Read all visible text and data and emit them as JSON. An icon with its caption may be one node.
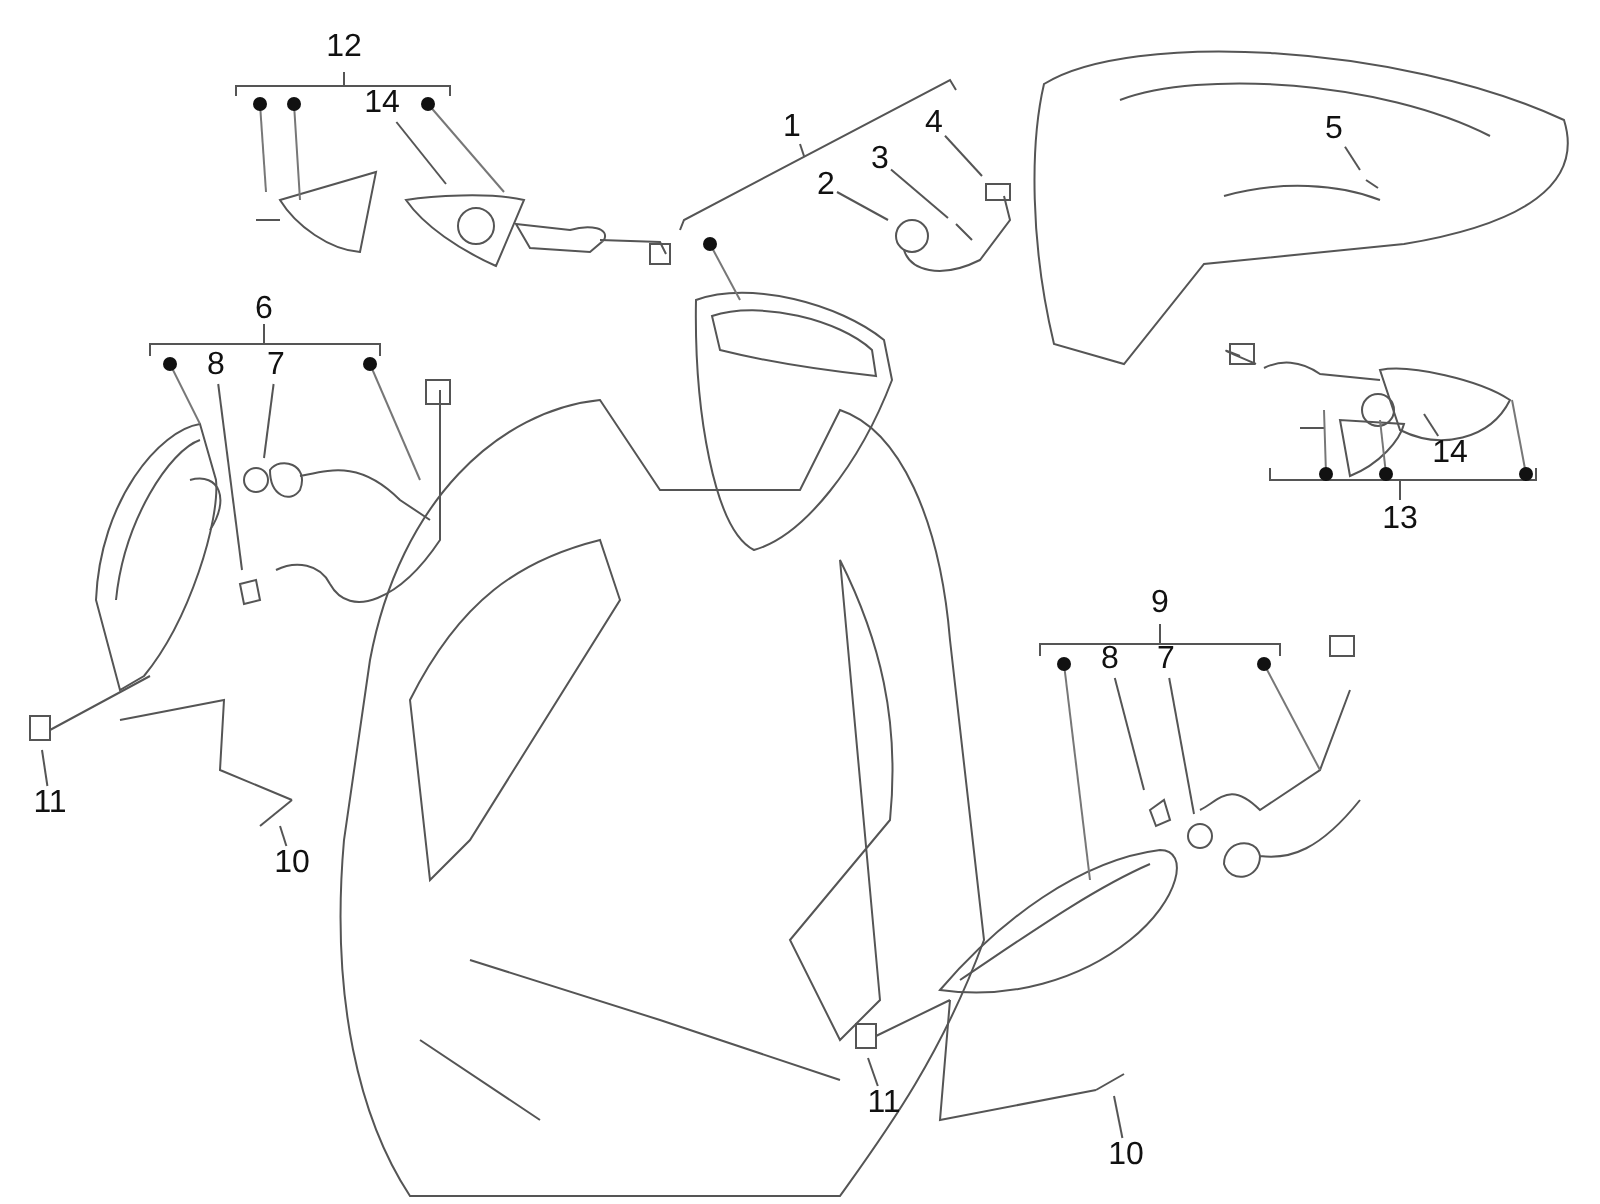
{
  "diagram": {
    "nodes": [
      {
        "text": [
          "14"
        ]
      },
      {
        "text": [
          "2"
        ]
      },
      {
        "text": [
          "3"
        ]
      },
      {
        "text": [
          "4"
        ]
      },
      {
        "text": [
          "5"
        ]
      },
      {
        "text": [
          "8"
        ]
      },
      {
        "text": [
          "7"
        ]
      },
      {
        "text": [
          "14"
        ]
      },
      {
        "text": [
          "8"
        ]
      },
      {
        "text": [
          "7"
        ]
      },
      {
        "text": [
          "11"
        ]
      },
      {
        "text": [
          "10"
        ]
      },
      {
        "text": [
          "11"
        ]
      },
      {
        "text": [
          "10"
        ]
      }
    ],
    "edges": [
      {
        "from": 0,
        "to": null,
        "arrow": "none"
      },
      {
        "from": 1,
        "to": null,
        "arrow": "none"
      },
      {
        "from": 2,
        "to": null,
        "arrow": "none"
      },
      {
        "from": 3,
        "to": null,
        "arrow": "none"
      },
      {
        "from": 4,
        "to": null,
        "arrow": "none"
      },
      {
        "from": 5,
        "to": null,
        "arrow": "none"
      },
      {
        "from": 6,
        "to": null,
        "arrow": "none"
      },
      {
        "from": 7,
        "to": null,
        "arrow": "none"
      },
      {
        "from": 8,
        "to": null,
        "arrow": "none"
      },
      {
        "from": 9,
        "to": null,
        "arrow": "none"
      },
      {
        "from": 10,
        "to": null,
        "arrow": "none"
      },
      {
        "from": 11,
        "to": null,
        "arrow": "none"
      },
      {
        "from": 12,
        "to": null,
        "arrow": "none"
      },
      {
        "from": 13,
        "to": null,
        "arrow": "none"
      }
    ],
    "labels": [
      "12",
      "1",
      "6",
      "13",
      "9"
    ]
  }
}
